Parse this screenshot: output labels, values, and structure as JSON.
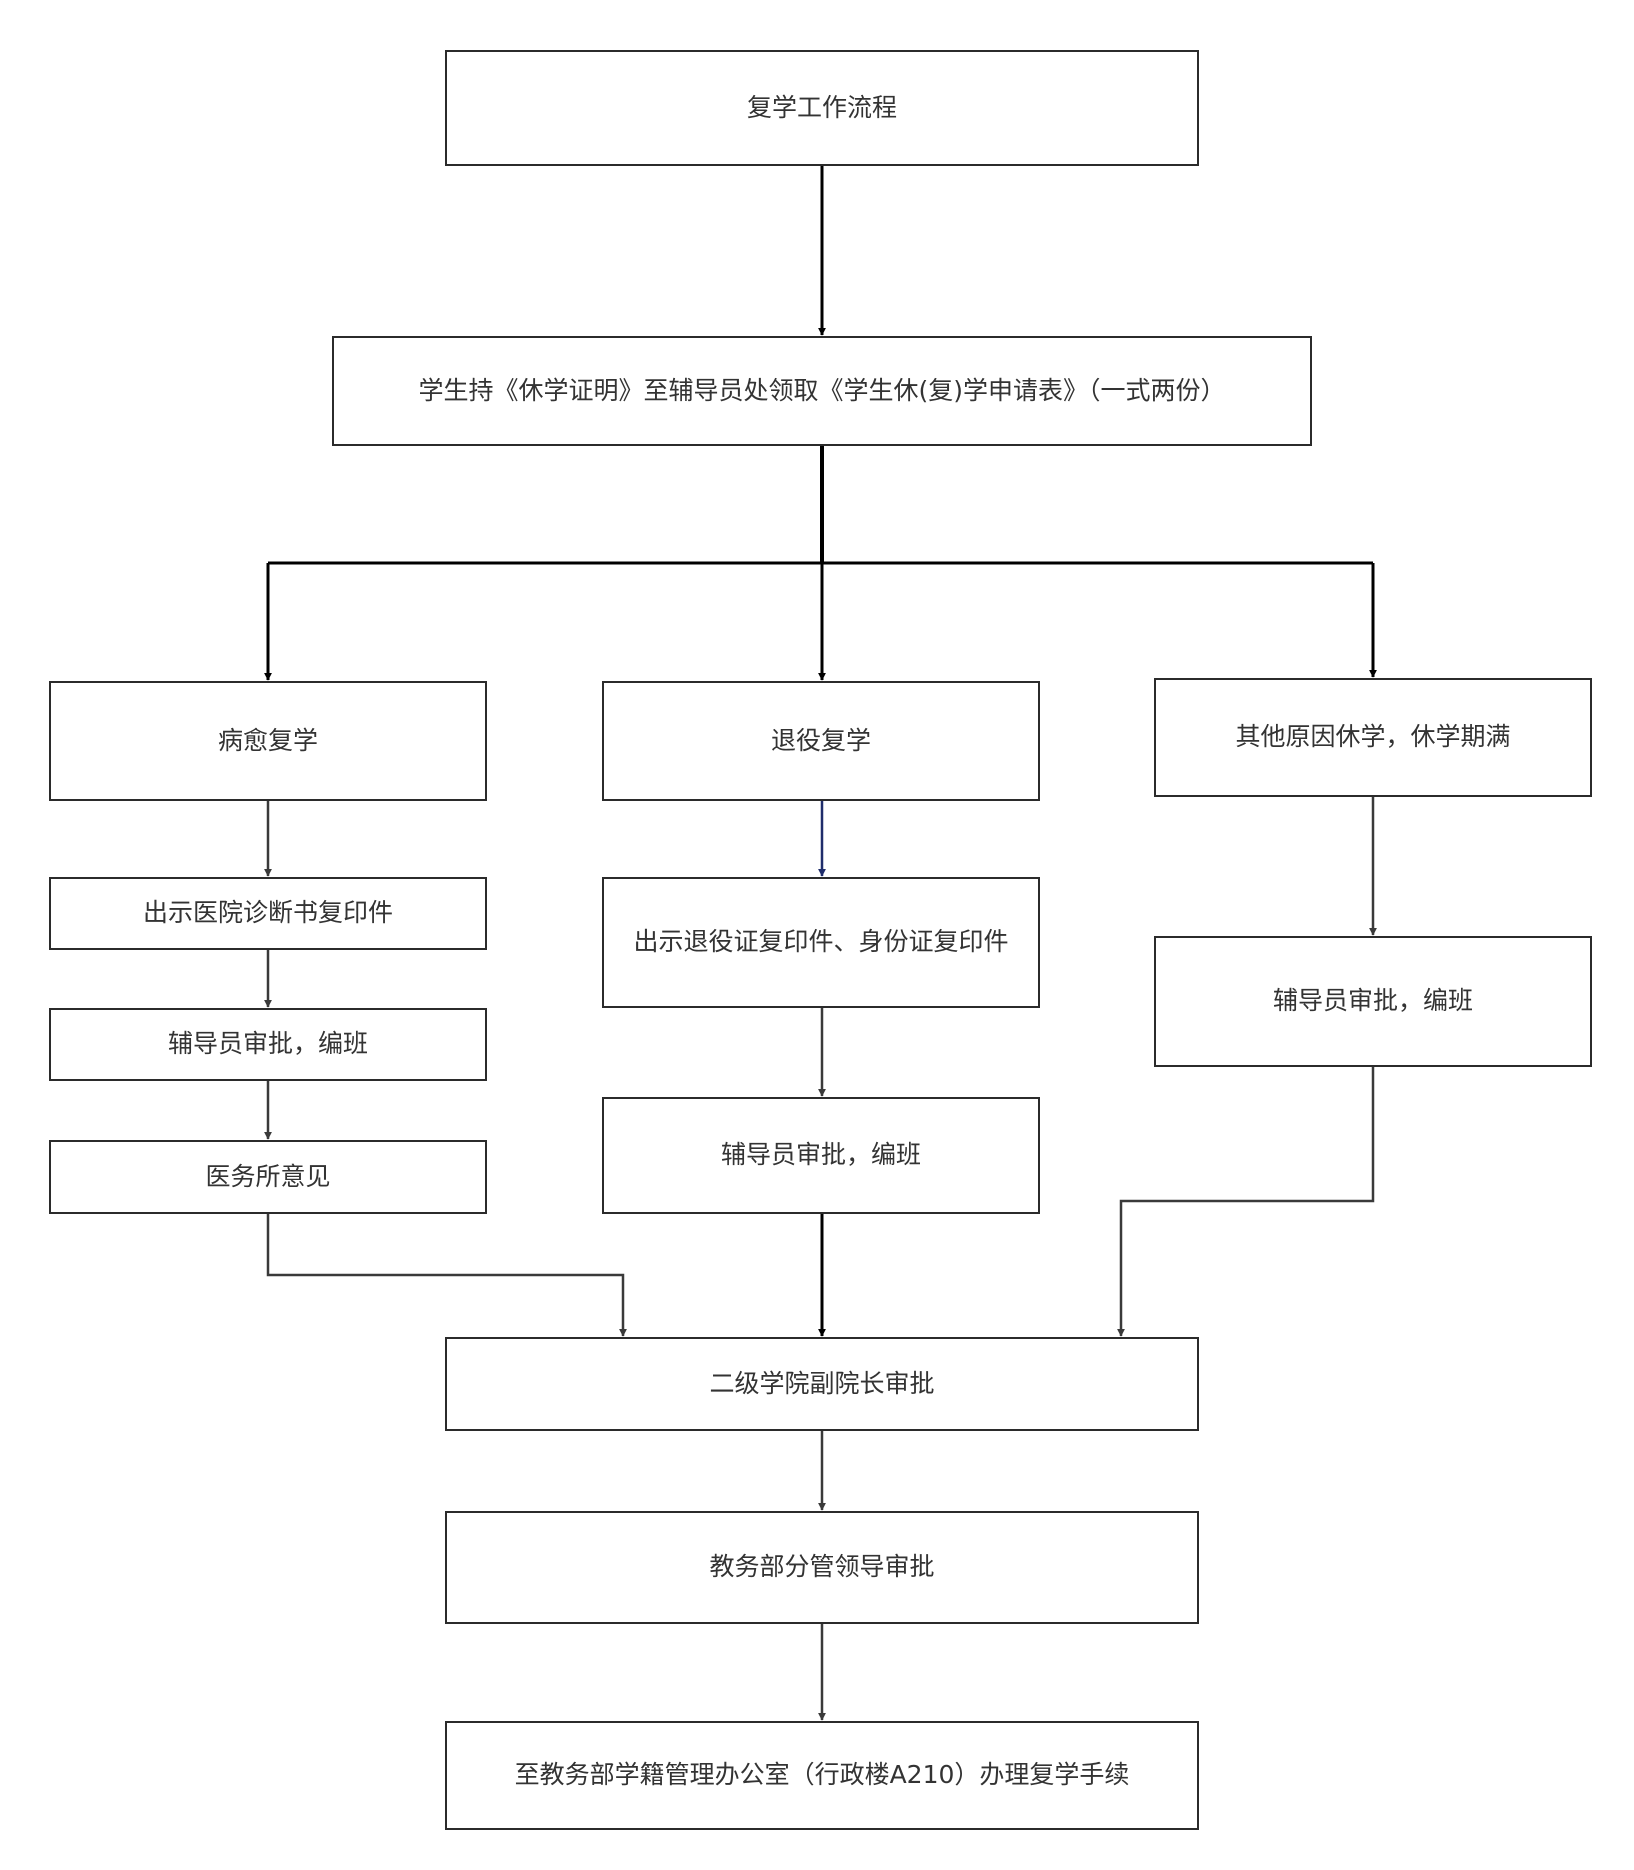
{
  "diagram": {
    "nodes": {
      "title": "复学工作流程",
      "apply": "学生持《休学证明》至辅导员处领取《学生休(复)学申请表》（一式两份）",
      "illness": "病愈复学",
      "veteran": "退役复学",
      "other": "其他原因休学，休学期满",
      "hospital_copy": "出示医院诊断书复印件",
      "illness_counselor": "辅导员审批，编班",
      "clinic_opinion": "医务所意见",
      "veteran_copy": "出示退役证复印件、身份证复印件",
      "veteran_counselor": "辅导员审批，编班",
      "other_counselor": "辅导员审批，编班",
      "dean_approval": "二级学院副院长审批",
      "academic_approval": "教务部分管领导审批",
      "final_step": "至教务部学籍管理办公室（行政楼A210）办理复学手续"
    },
    "colors": {
      "border": "#2b2b2b",
      "connector": "#3a3a3a",
      "connector_strong": "#000000",
      "connector_accent": "#1f2d6b",
      "text": "#333333"
    }
  }
}
